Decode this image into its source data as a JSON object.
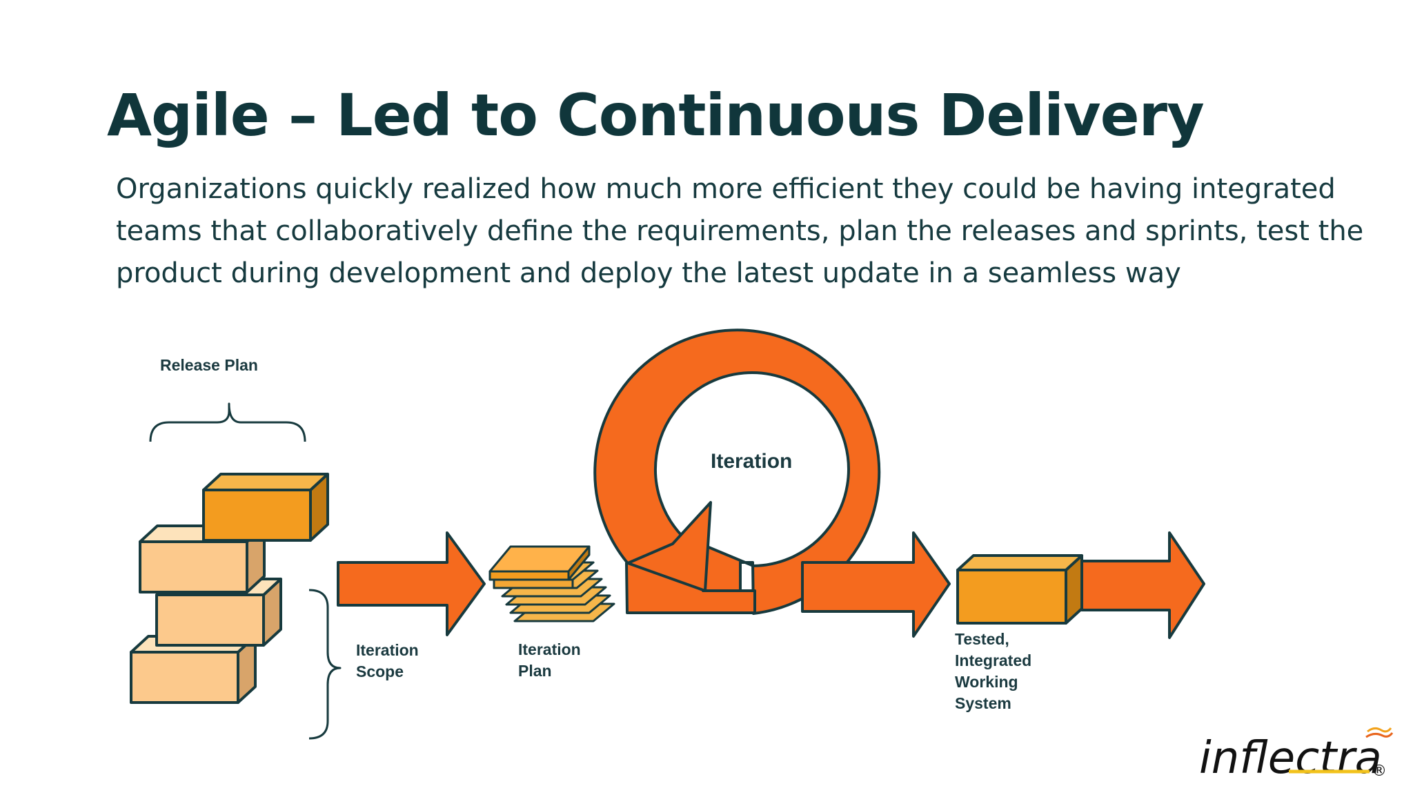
{
  "slide": {
    "title": "Agile – Led to Continuous Delivery",
    "subtitle_lines": [
      "Organizations quickly realized how much more efficient they could be having integrated",
      "teams that collaboratively define the requirements, plan the releases and sprints, test the",
      "product during development and deploy the latest update in a seamless way"
    ]
  },
  "diagram": {
    "release_plan_label": "Release Plan",
    "iteration_scope_label": [
      "Iteration",
      "Scope"
    ],
    "iteration_plan_label": [
      "Iteration",
      "Plan"
    ],
    "iteration_label": "Iteration",
    "output_label": [
      "Tested,",
      "Integrated",
      "Working",
      "System"
    ]
  },
  "brand": {
    "logo_text": "inflectra",
    "registered_mark": "®"
  },
  "colors": {
    "title": "#10363b",
    "text": "#163a3f",
    "arrow_orange": "#f56a1e",
    "box_light": "#fcc98c",
    "box_orange": "#f39c1f",
    "outline": "#173a3e"
  }
}
